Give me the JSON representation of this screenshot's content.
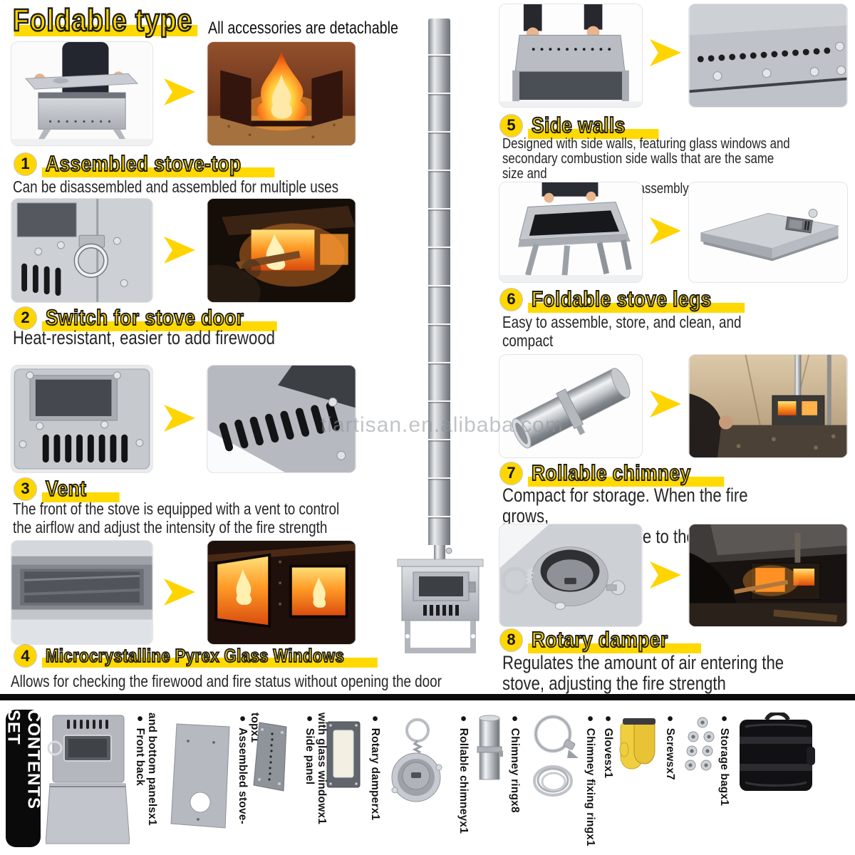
{
  "page": {
    "title": "Foldable type",
    "tagline": "All accessories are detachable",
    "watermark": "tiartisan.en.alibaba.com"
  },
  "colors": {
    "accent_yellow": "#ffd600",
    "heading_bar": "#ffd900",
    "arrow": "#ffd400",
    "divider": "#0c0c0c",
    "set_badge_bg": "#0a0a0a",
    "body_text": "#262626"
  },
  "features": [
    {
      "num": "1",
      "title": "Assembled stove-top",
      "desc": "Can be disassembled and assembled for multiple uses"
    },
    {
      "num": "2",
      "title": "Switch for stove door",
      "desc": "Heat-resistant, easier to add firewood"
    },
    {
      "num": "3",
      "title": "Vent",
      "desc": "The front of the stove is equipped with a vent to control\nthe airflow and adjust the intensity of the fire strength"
    },
    {
      "num": "4",
      "title": "Microcrystalline Pyrex Glass Windows",
      "desc": "Allows for checking the firewood and fire status without opening the door"
    },
    {
      "num": "5",
      "title": "Side walls",
      "desc": "Designed with side walls, featuring glass windows and\nsecondary combustion side walls that are the same size and\nstyle, allowing for flexible assembly"
    },
    {
      "num": "6",
      "title": "Foldable stove legs",
      "desc": "Easy to assemble, store, and clean, and compact"
    },
    {
      "num": "7",
      "title": "Rollable chimney",
      "desc": "Compact for storage. When the fire grows,\nit can vent the smoke to the outside"
    },
    {
      "num": "8",
      "title": "Rotary damper",
      "desc": "Regulates the amount of air entering the\nstove, adjusting the fire strength"
    }
  ],
  "set_contents": {
    "heading": "SET CONTENTS",
    "items": [
      {
        "label": "● Front  back\nand bottom panelsx1"
      },
      {
        "label": "● Assembled stove-topx1"
      },
      {
        "label": "● Side panel\nwith glass windowx1"
      },
      {
        "label": "● Rotary damperx1"
      },
      {
        "label": "● Rollable chimneyx1"
      },
      {
        "label": "● Chimney ringx8"
      },
      {
        "label": "● Chimney fixing ringx1"
      },
      {
        "label": "● Glovesx1"
      },
      {
        "label": "● Screwsx7"
      },
      {
        "label": "● Storage bagx1"
      }
    ]
  }
}
